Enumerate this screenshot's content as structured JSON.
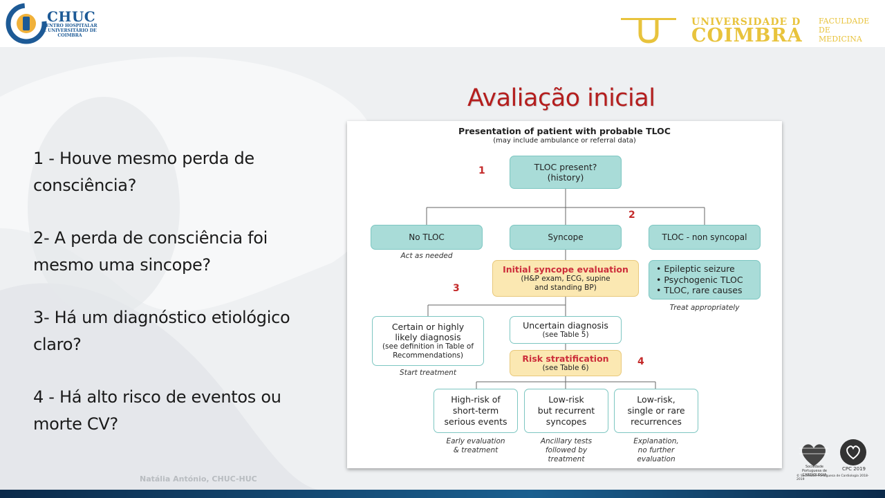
{
  "header": {
    "chuc_name": "CHUC",
    "chuc_sub": "CENTRO HOSPITALAR E UNIVERSITÁRIO DE COIMBRA",
    "uc_line1": "UNIVERSIDADE D",
    "uc_line2": "COIMBRA",
    "uc_fac_1": "FACULDADE",
    "uc_fac_2": "DE",
    "uc_fac_3": "MEDICINA"
  },
  "slide_title": "Avaliação inicial",
  "questions": [
    "1 - Houve mesmo perda de consciência?",
    "2- A perda de consciência foi mesmo uma sincope?",
    "3- Há um diagnóstico etiológico claro?",
    "4 - Há alto risco de eventos ou morte CV?"
  ],
  "author": "Natália António, CHUC-HUC",
  "flowchart": {
    "header": "Presentation of patient with probable TLOC",
    "header_sub": "(may include ambulance or referral data)",
    "tloc_present_1": "TLOC present?",
    "tloc_present_2": "(history)",
    "no_tloc": "No TLOC",
    "syncope": "Syncope",
    "tloc_non_syncopal": "TLOC - non syncopal",
    "act_as_needed": "Act as needed",
    "initial_eval_title": "Initial syncope evaluation",
    "initial_eval_1": "(H&P exam, ECG, supine",
    "initial_eval_2": "and standing BP)",
    "causes": [
      "• Epileptic seizure",
      "• Psychogenic TLOC",
      "• TLOC, rare causes"
    ],
    "treat_appropriately": "Treat appropriately",
    "certain_1": "Certain or highly",
    "certain_2": "likely diagnosis",
    "certain_3": "(see definition in Table of",
    "certain_4": "Recommendations)",
    "start_treatment": "Start treatment",
    "uncertain_1": "Uncertain diagnosis",
    "uncertain_2": "(see Table 5)",
    "risk_title": "Risk stratification",
    "risk_sub": "(see Table 6)",
    "high_risk": [
      "High-risk of",
      "short-term",
      "serious events"
    ],
    "low_risk_recurrent": [
      "Low-risk",
      "but recurrent",
      "syncopes"
    ],
    "low_risk_single": [
      "Low-risk,",
      "single or rare",
      "recurrences"
    ],
    "out_high": [
      "Early evaluation",
      "& treatment"
    ],
    "out_recurrent": [
      "Ancillary tests",
      "followed by",
      "treatment"
    ],
    "out_single": [
      "Explanation,",
      "no further",
      "evaluation"
    ],
    "step_numbers": [
      "1",
      "2",
      "3",
      "4"
    ]
  },
  "logos": {
    "spc": "Sociedade Portuguesa de CARDIOLOGIA",
    "cpc": "CPC 2019",
    "spc_footer": "© Sociedade Portuguesa de Cardiologia 2018-2019"
  },
  "colors": {
    "title_red": "#b41e1e",
    "teal_box": "#a9dcd8",
    "yellow_box": "#fbe8b2",
    "coimbra_gold": "#e8c33c",
    "chuc_blue": "#1d5a96"
  }
}
